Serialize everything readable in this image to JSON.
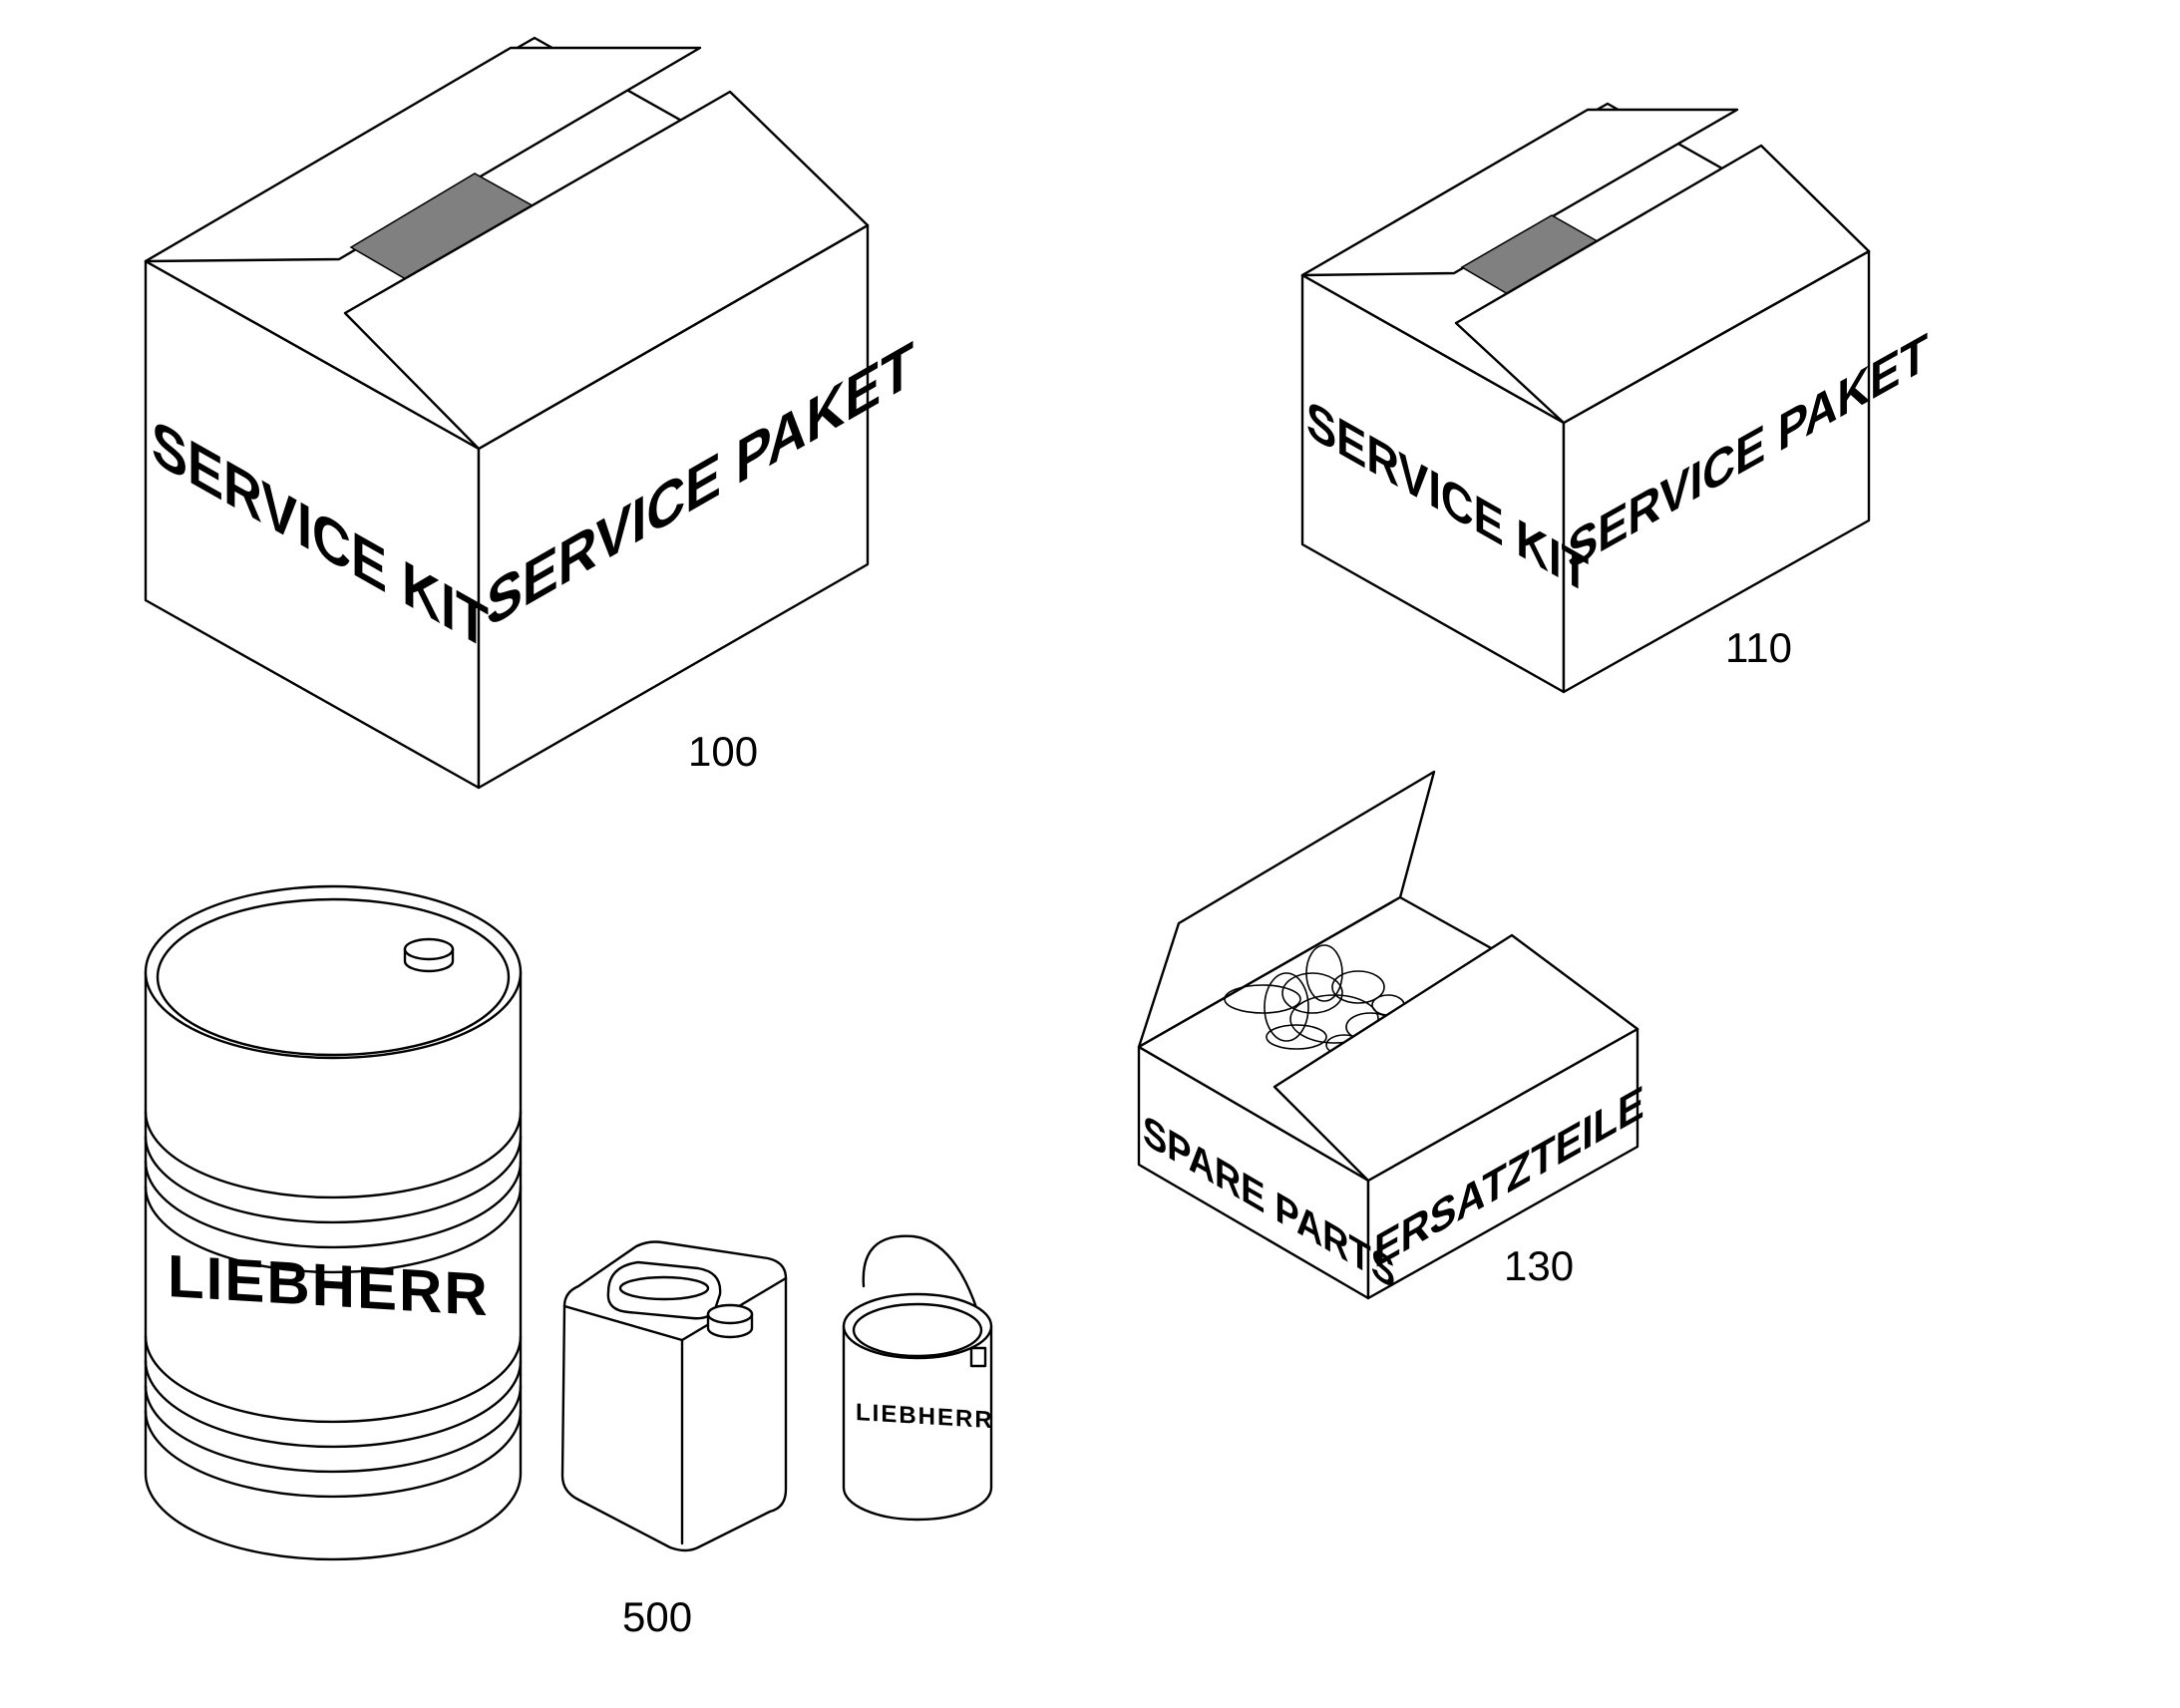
{
  "colors": {
    "tape": "#808080",
    "line": "#000000",
    "background": "#ffffff"
  },
  "items": {
    "kit_large": {
      "side_label": "SERVICE KIT",
      "front_label": "SERVICE PAKET",
      "callout": "100"
    },
    "kit_small": {
      "side_label": "SERVICE KIT",
      "front_label": "SERVICE PAKET",
      "callout": "110"
    },
    "spare_parts": {
      "side_label": "SPARE PARTS",
      "front_label": "ERSATZTEILE",
      "callout": "130"
    },
    "fluids": {
      "drum_logo": "LIEBHERR",
      "can_logo": "LIEBHERR",
      "callout": "500"
    }
  }
}
